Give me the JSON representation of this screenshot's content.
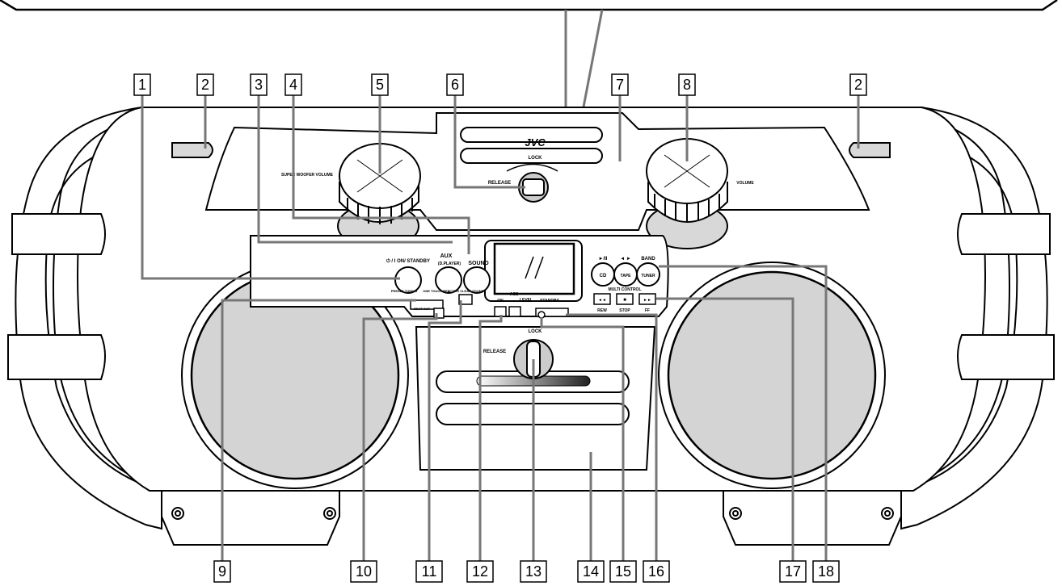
{
  "callouts": {
    "c1": "1",
    "c2a": "2",
    "c3": "3",
    "c4": "4",
    "c5": "5",
    "c6": "6",
    "c7": "7",
    "c8": "8",
    "c2b": "2",
    "c9": "9",
    "c10": "10",
    "c11": "11",
    "c12": "12",
    "c13": "13",
    "c14": "14",
    "c15": "15",
    "c16": "16",
    "c17": "17",
    "c18": "18"
  },
  "labels": {
    "brand": "JVC",
    "lock_top": "LOCK",
    "release_top": "RELEASE",
    "lock_bottom": "LOCK",
    "release_bottom": "RELEASE",
    "subwoofer_volume": "SUPER WOOFER VOLUME",
    "plus": "+",
    "minus": "–",
    "volume_right": "VOLUME",
    "power": "⏻ / I ON/ STANDBY",
    "aux": "AUX",
    "aux_sub": "(D.PLAYER)",
    "sound": "SOUND",
    "preset_tuning": "PRESET TUNING",
    "one_touch_rec": "ONE TOUCH REC",
    "beat_cut": "BEAT CUT",
    "active_clear_sound": "ACTIVE CLEAR SOUND",
    "acs": "ACS",
    "on": "ON",
    "level": "LEVEL",
    "standby": "STANDBY",
    "play_pause": "►/II",
    "reverse_forward": "◄ ►",
    "band": "BAND",
    "cd": "CD",
    "tape": "TAPE",
    "tuner": "TUNER",
    "multi_control": "MULTI CONTROL",
    "rew": "REW",
    "stop": "STOP",
    "ff": "FF",
    "prev": "◄◄",
    "stop_sym": "■",
    "next": "►►"
  }
}
